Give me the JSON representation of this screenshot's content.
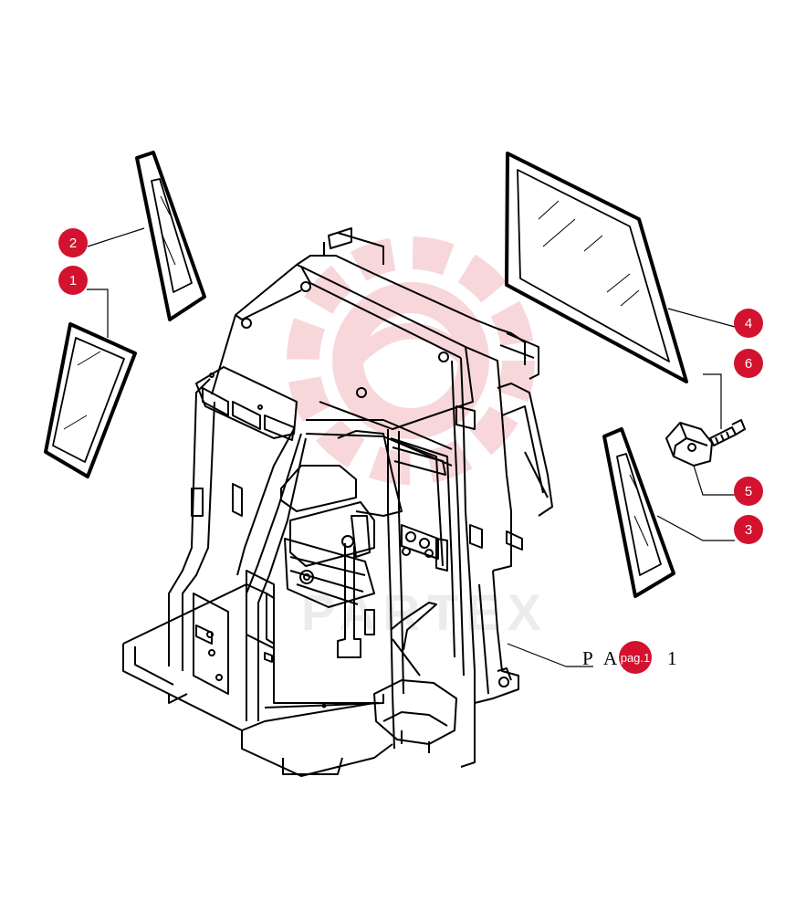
{
  "colors": {
    "callout_fill": "#d2122e",
    "callout_text": "#ffffff",
    "line": "#000000",
    "watermark": "#f2b8bc"
  },
  "watermark": {
    "icon": "gear-logo-watermark",
    "text": "PARTEX"
  },
  "callouts": [
    {
      "number": "1",
      "part": "left-rear-side-glass"
    },
    {
      "number": "2",
      "part": "left-front-side-glass"
    },
    {
      "number": "3",
      "part": "right-front-side-glass"
    },
    {
      "number": "4",
      "part": "right-door-glass"
    },
    {
      "number": "5",
      "part": "glass-latch"
    },
    {
      "number": "6",
      "part": "latch-screw"
    }
  ],
  "reference": {
    "prefix": "P A",
    "page_badge": "pag.1",
    "suffix": "1"
  }
}
